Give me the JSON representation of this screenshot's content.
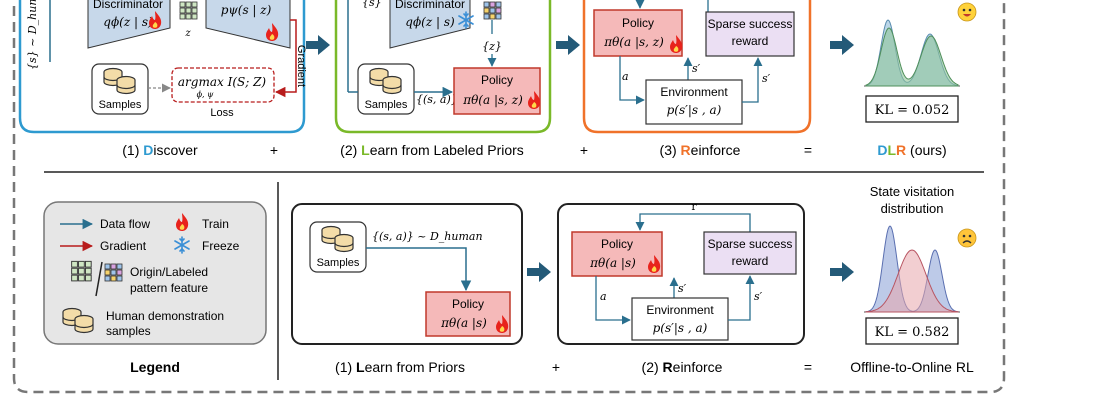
{
  "top": {
    "discover": {
      "discriminator_label": "Discriminator",
      "discriminator_formula": "qϕ(z | s)",
      "z_label": "z",
      "decoder_formula": "pψ(s | z)",
      "gradient_label": "Gradient",
      "s_dist_label": "{s} ~ D_human",
      "samples_label": "Samples",
      "objective": "argmax I(S; Z)",
      "objective_sub": "ϕ, ψ",
      "loss_label": "Loss",
      "caption_prefix": "(1) ",
      "caption_letter": "D",
      "caption_rest": "iscover"
    },
    "learn": {
      "s_set_label": "{s}",
      "discriminator_label": "Discriminator",
      "discriminator_formula": "qϕ(z | s)",
      "z_set_label": "{z}",
      "samples_label": "Samples",
      "sa_label": "{(s, a)}",
      "policy_label": "Policy",
      "policy_formula": "πθ(a |s, z)",
      "caption_prefix": "(2) ",
      "caption_letter": "L",
      "caption_rest": "earn from Labeled Priors"
    },
    "reinforce": {
      "policy_label": "Policy",
      "policy_formula": "πθ(a |s, z)",
      "reward_line1": "Sparse success",
      "reward_line2": "reward",
      "env_label": "Environment",
      "env_formula": "p(s′|s , a)",
      "a_label": "a",
      "s_prime_1": "s′",
      "s_prime_2": "s′",
      "caption_prefix": "(3) ",
      "caption_letter": "R",
      "caption_rest": "einforce"
    },
    "result": {
      "kl": "KL = 0.052",
      "caption_d": "D",
      "caption_l": "L",
      "caption_r": "R",
      "caption_rest": " (ours)"
    },
    "plus1": "+",
    "plus2": "+",
    "equals": "="
  },
  "bottom": {
    "legend": {
      "data_flow": "Data flow",
      "train": "Train",
      "gradient": "Gradient",
      "freeze": "Freeze",
      "pattern_line1": "Origin/Labeled",
      "pattern_line2": "pattern feature",
      "human_line1": "Human demonstration",
      "human_line2": "samples",
      "title": "Legend"
    },
    "learn": {
      "samples_label": "Samples",
      "sa_dist_label": "{(s, a)} ~ D_human",
      "policy_label": "Policy",
      "policy_formula": "πθ(a |s)",
      "caption_prefix": "(1) ",
      "caption_letter": "L",
      "caption_rest": "earn from Priors"
    },
    "reinforce": {
      "r_label": "r",
      "policy_label": "Policy",
      "policy_formula": "πθ(a |s)",
      "reward_line1": "Sparse success",
      "reward_line2": "reward",
      "env_label": "Environment",
      "env_formula": "p(s′|s , a)",
      "a_label": "a",
      "s_prime_1": "s′",
      "s_prime_2": "s′",
      "caption_prefix": "(2) ",
      "caption_letter": "R",
      "caption_rest": "einforce"
    },
    "result": {
      "title_line1": "State visitation",
      "title_line2": "distribution",
      "kl": "KL = 0.582",
      "caption": "Offline-to-Online RL"
    },
    "plus": "+",
    "equals": "="
  },
  "colors": {
    "discover": "#2e9ad0",
    "learn": "#7ab929",
    "reinforce": "#f0722a",
    "data_flow": "#2a6f8e",
    "gradient": "#b81c1c",
    "policy_fill": "#f5b9b9",
    "policy_border": "#c0392b",
    "reward_fill": "#ebdff3",
    "big_arrow": "#245a78"
  },
  "icons": {
    "train": "flame-icon",
    "freeze": "snowflake-icon",
    "happy": "happy-face-icon",
    "sad": "sad-face-icon",
    "samples": "database-icon",
    "pattern": "grid-pattern-icon"
  }
}
